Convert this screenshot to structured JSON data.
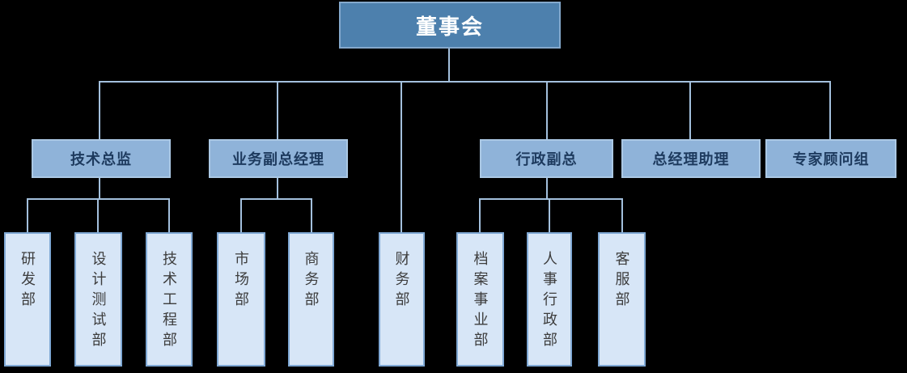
{
  "chart_data": {
    "type": "org-tree",
    "title": "董事会",
    "hierarchy": {
      "root": "董事会",
      "children": [
        {
          "label": "技术总监",
          "children": [
            "研发部",
            "设计测试部",
            "技术工程部"
          ]
        },
        {
          "label": "业务副总经理",
          "children": [
            "市场部",
            "商务部"
          ]
        },
        {
          "label": "财务部",
          "children": []
        },
        {
          "label": "行政副总",
          "children": [
            "档案事业部",
            "人事行政部",
            "客服部"
          ]
        },
        {
          "label": "总经理助理",
          "children": []
        },
        {
          "label": "专家顾问组",
          "children": []
        }
      ]
    }
  },
  "nodes": {
    "root": {
      "label": "董事会"
    },
    "managers": [
      {
        "label": "技术总监"
      },
      {
        "label": "业务副总经理"
      },
      {
        "label": "行政副总"
      },
      {
        "label": "总经理助理"
      },
      {
        "label": "专家顾问组"
      }
    ],
    "departments": [
      {
        "label": "研发部"
      },
      {
        "label": "设计测试部"
      },
      {
        "label": "技术工程部"
      },
      {
        "label": "市场部"
      },
      {
        "label": "商务部"
      },
      {
        "label": "财务部"
      },
      {
        "label": "档案事业部"
      },
      {
        "label": "人事行政部"
      },
      {
        "label": "客服部"
      }
    ]
  },
  "colors": {
    "root_fill": "#4d80ad",
    "root_border": "#84a9cd",
    "root_text": "#ffffff",
    "mgr_fill": "#8fb3d9",
    "mgr_border": "#abc8e4",
    "mgr_text": "#1d3a5e",
    "dept_fill": "#d7e6f7",
    "dept_border": "#7fa8d4",
    "dept_text": "#3d3d3d",
    "line": "#a3c0dd",
    "bg": "#000000"
  }
}
